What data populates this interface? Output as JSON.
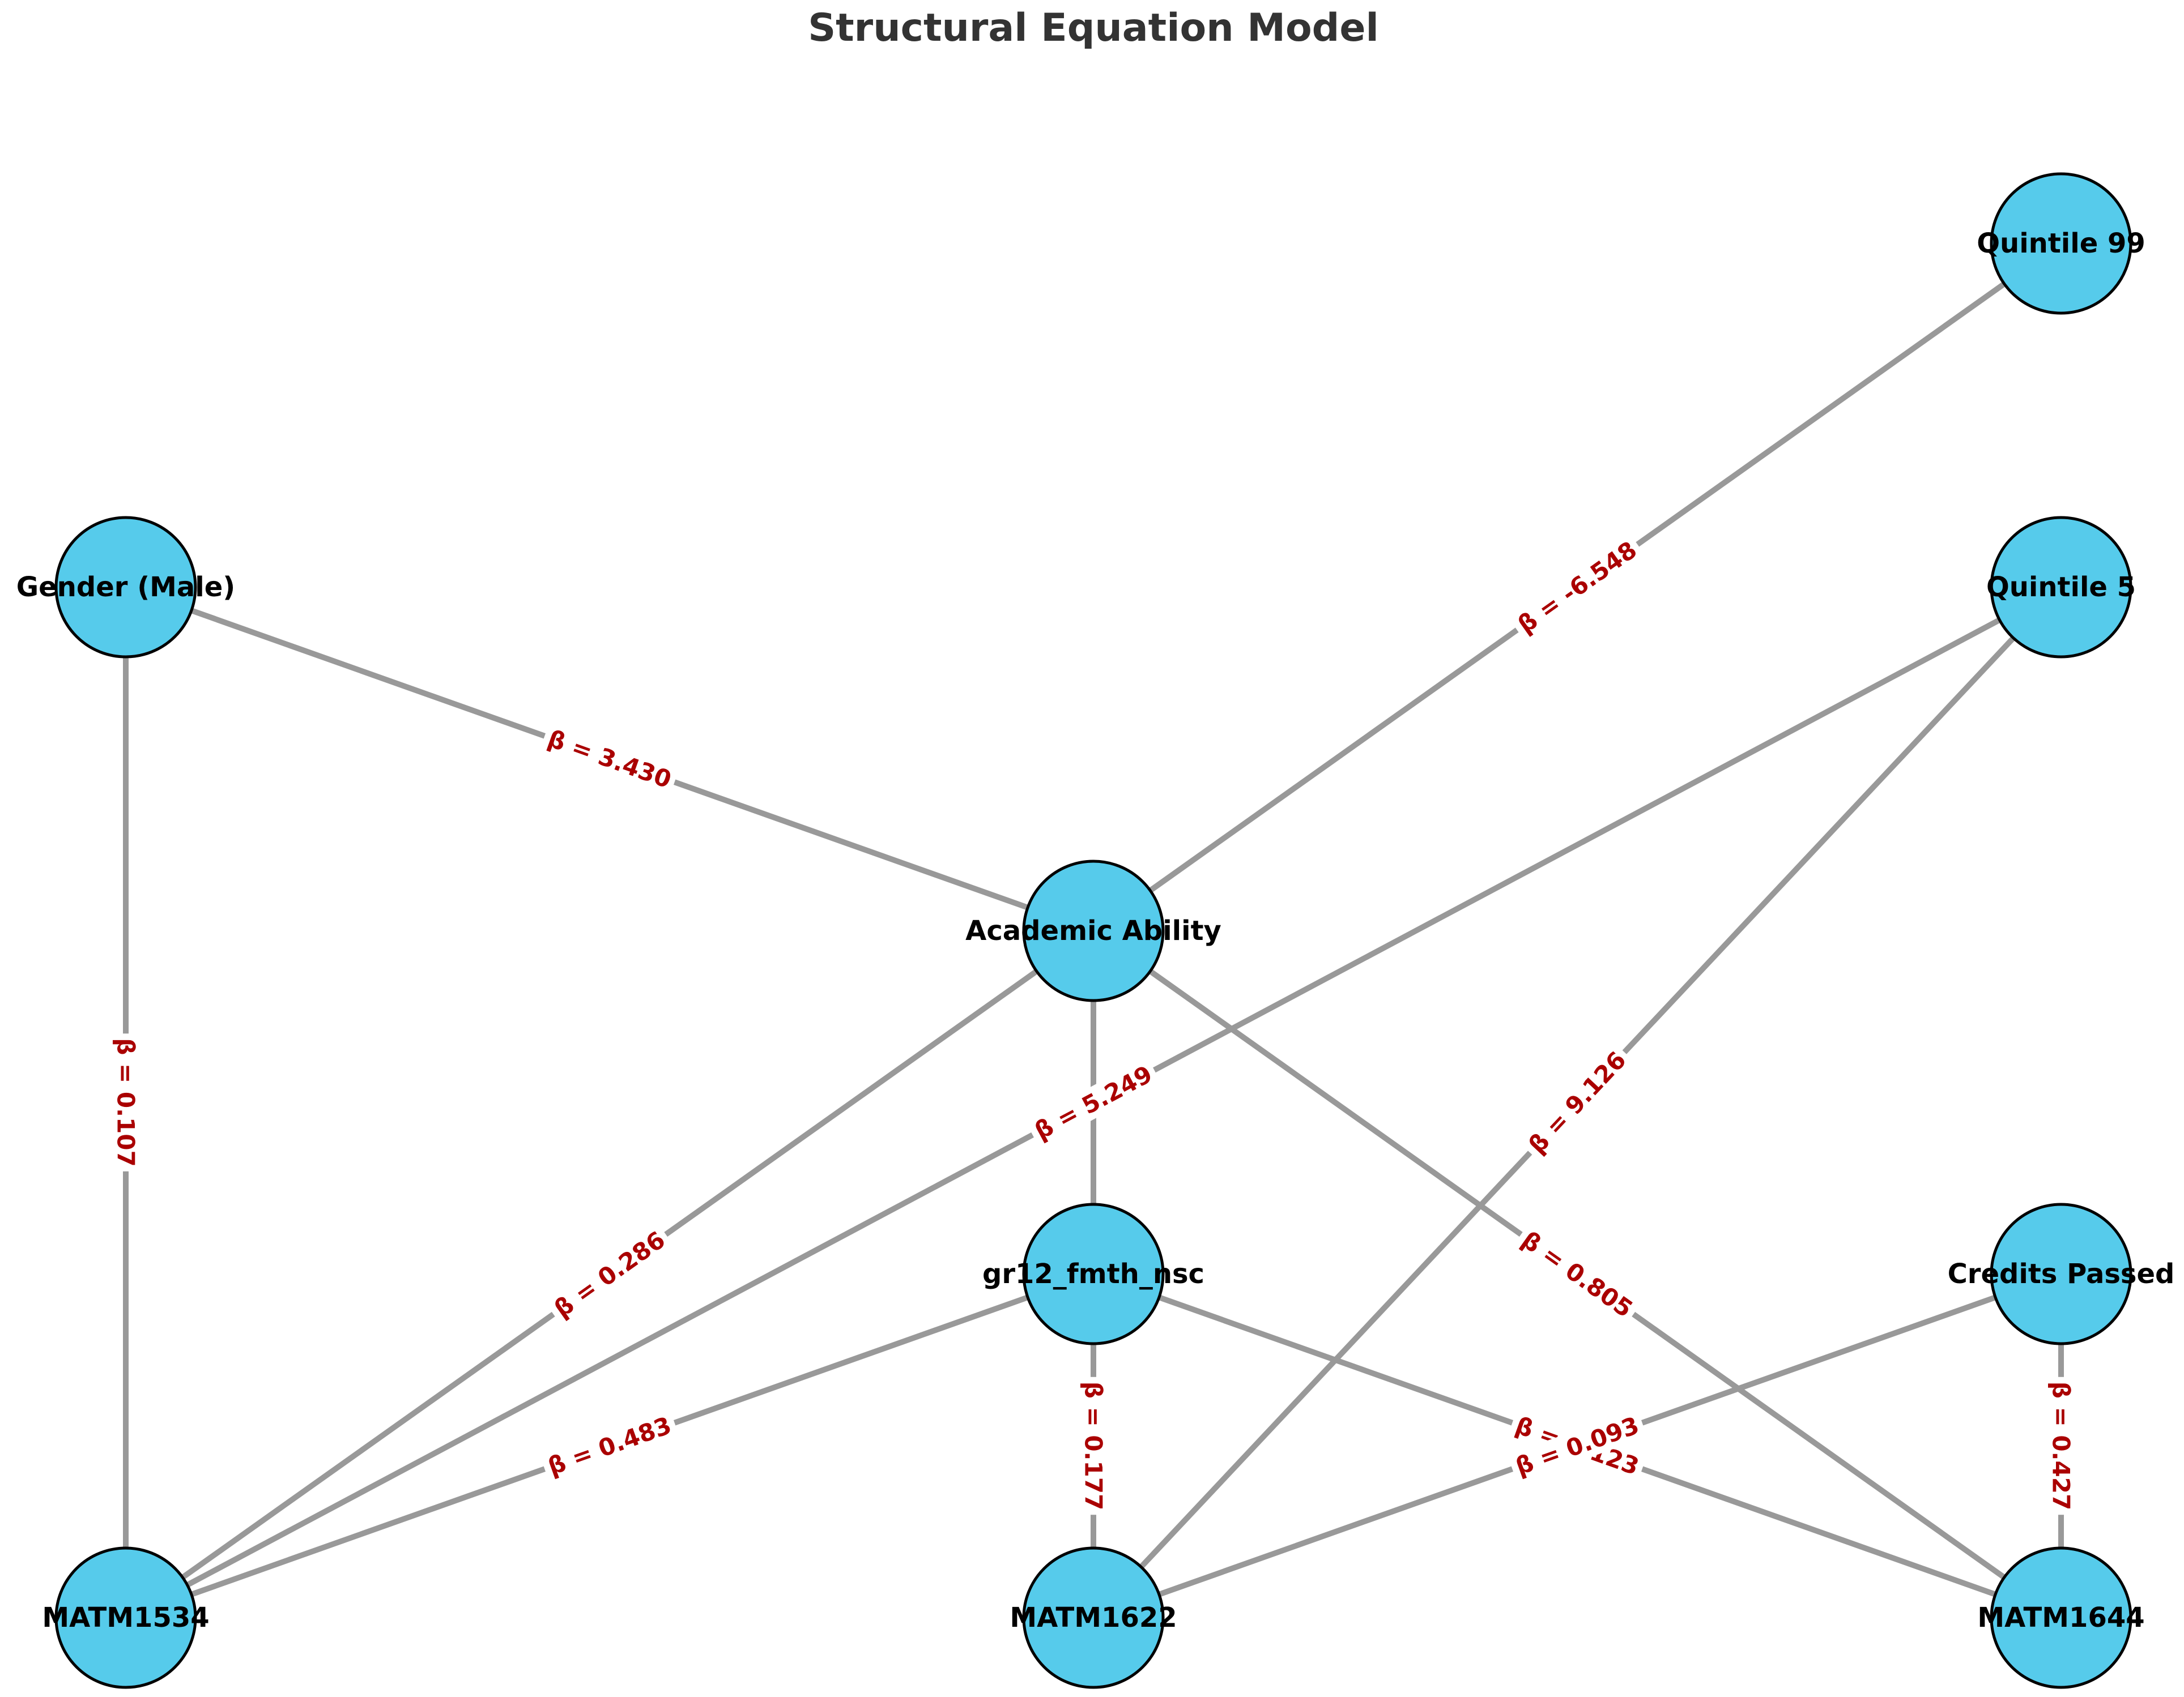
{
  "title": "Structural Equation Model",
  "colors": {
    "node_fill": "#56CBEB",
    "edge": "#999999",
    "edge_label": "#AA0000",
    "title": "#333333"
  },
  "nodes": [
    {
      "id": "quintile99",
      "label": "Quintile 99"
    },
    {
      "id": "gender",
      "label": "Gender (Male)"
    },
    {
      "id": "quintile5",
      "label": "Quintile 5"
    },
    {
      "id": "academic",
      "label": "Academic Ability"
    },
    {
      "id": "gr12",
      "label": "gr12_fmth_nsc"
    },
    {
      "id": "credits",
      "label": "Credits Passed"
    },
    {
      "id": "matm1534",
      "label": "MATM1534"
    },
    {
      "id": "matm1622",
      "label": "MATM1622"
    },
    {
      "id": "matm1644",
      "label": "MATM1644"
    }
  ],
  "edges": [
    {
      "from": "quintile99",
      "to": "academic",
      "label": "β = -6.548"
    },
    {
      "from": "gender",
      "to": "academic",
      "label": "β = 3.430"
    },
    {
      "from": "gender",
      "to": "matm1534",
      "label": "β = 0.107"
    },
    {
      "from": "quintile5",
      "to": "matm1534",
      "label": "β = 5.249"
    },
    {
      "from": "quintile5",
      "to": "matm1622",
      "label": "β = 9.126"
    },
    {
      "from": "academic",
      "to": "gr12",
      "label": ""
    },
    {
      "from": "academic",
      "to": "matm1534",
      "label": "β = 0.286"
    },
    {
      "from": "academic",
      "to": "matm1644",
      "label": "β = 0.805"
    },
    {
      "from": "gr12",
      "to": "matm1534",
      "label": "β = 0.483"
    },
    {
      "from": "gr12",
      "to": "matm1622",
      "label": "β = 0.177"
    },
    {
      "from": "gr12",
      "to": "matm1644",
      "label": "β = 0.123"
    },
    {
      "from": "credits",
      "to": "matm1622",
      "label": "β = 0.093"
    },
    {
      "from": "credits",
      "to": "matm1644",
      "label": "β = 0.427"
    }
  ]
}
